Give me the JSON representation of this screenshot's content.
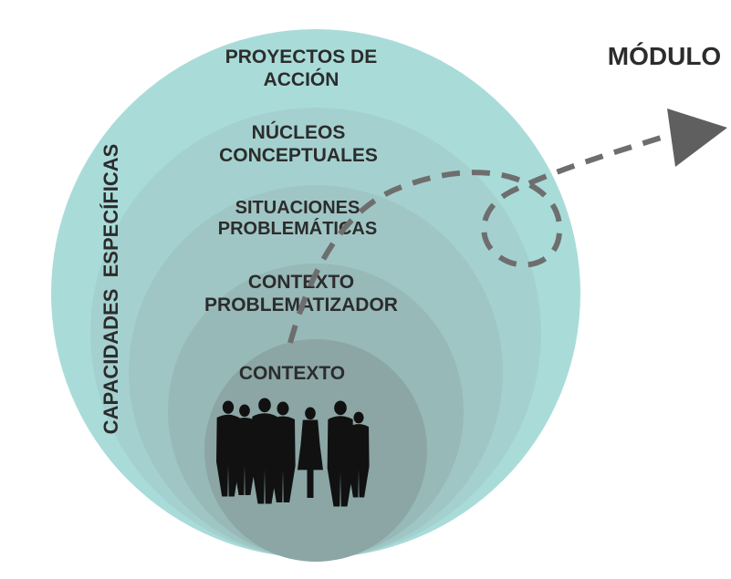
{
  "rings": [
    {
      "id": "proyectos",
      "lines": [
        "PROYECTOS DE",
        "ACCIÓN"
      ],
      "color": "#a9dcd9"
    },
    {
      "id": "nucleos",
      "lines": [
        "NÚCLEOS",
        "CONCEPTUALES"
      ],
      "color": "#a4d1cf"
    },
    {
      "id": "situaciones",
      "lines": [
        "SITUACIONES",
        "PROBLEMÁTICAS"
      ],
      "color": "#9fc6c4"
    },
    {
      "id": "contexto-prob",
      "lines": [
        "CONTEXTO",
        "PROBLEMATIZADOR"
      ],
      "color": "#97b9b8"
    },
    {
      "id": "contexto",
      "lines": [
        "CONTEXTO"
      ],
      "color": "#8ba6a5"
    }
  ],
  "side_label": "CAPACIDADES  ESPECÍFICAS",
  "modulo_label": "MÓDULO",
  "colors": {
    "text": "#2c2c2c",
    "dash": "#6e6e6e",
    "arrow": "#5f5f5f",
    "silhouette": "#111111"
  },
  "icons": {
    "people": "people-silhouette-icon",
    "arrow": "arrowhead-icon"
  }
}
